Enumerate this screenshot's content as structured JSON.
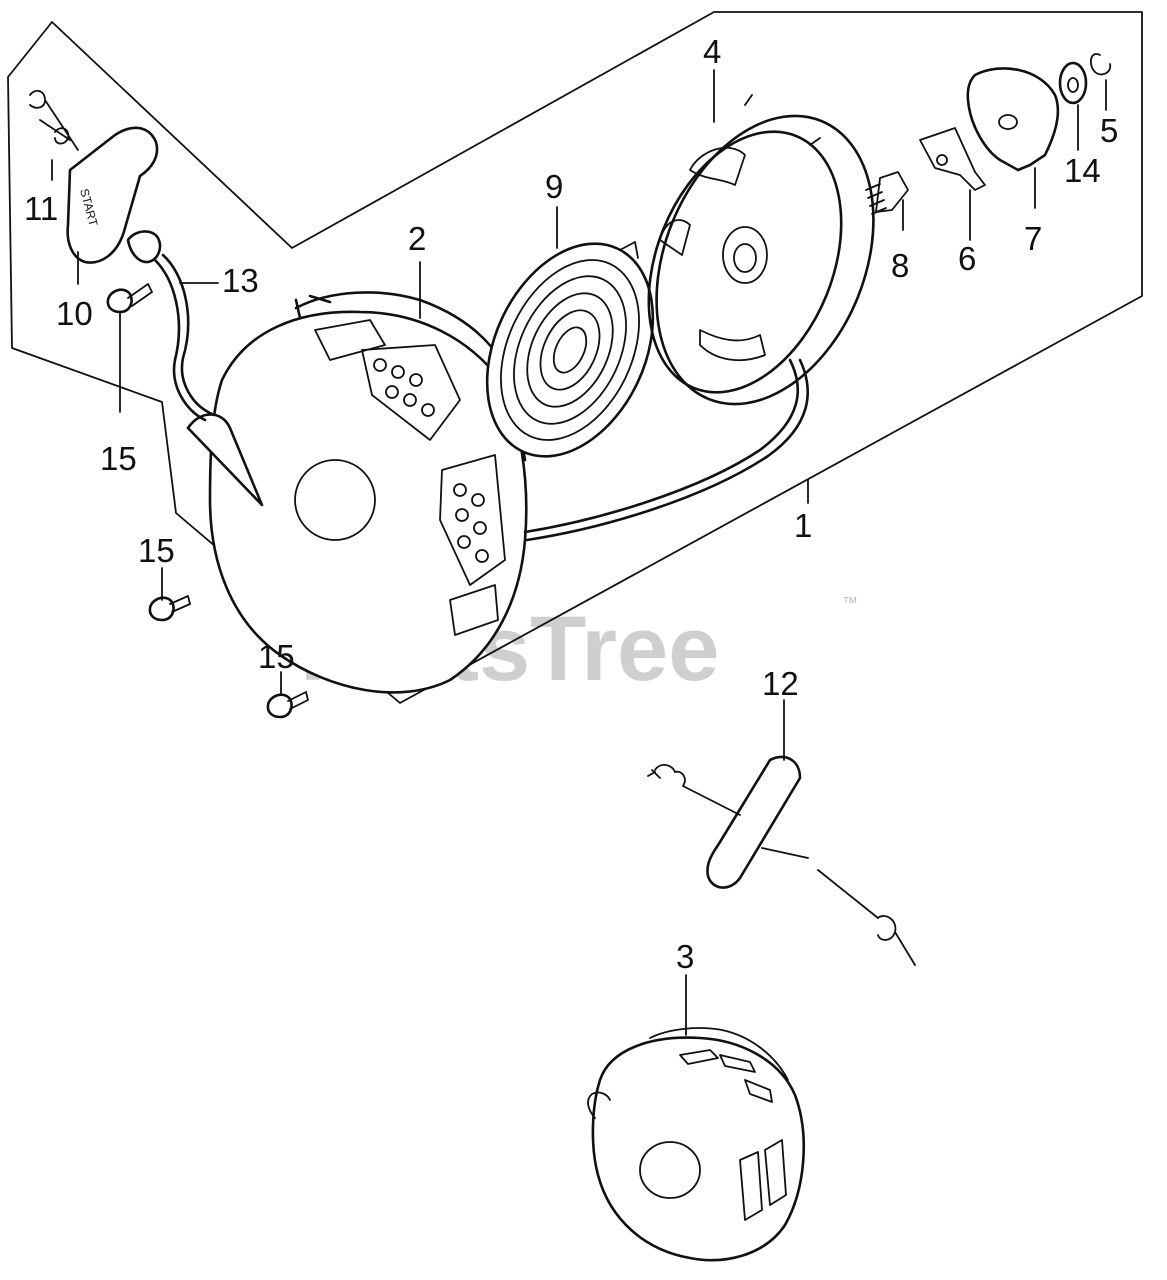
{
  "diagram": {
    "callouts": [
      "1",
      "2",
      "3",
      "4",
      "5",
      "6",
      "7",
      "8",
      "9",
      "10",
      "11",
      "12",
      "13",
      "14",
      "15",
      "15",
      "15"
    ],
    "handle_text": "START",
    "watermark": "PartsTree",
    "watermark_tm": "™"
  }
}
